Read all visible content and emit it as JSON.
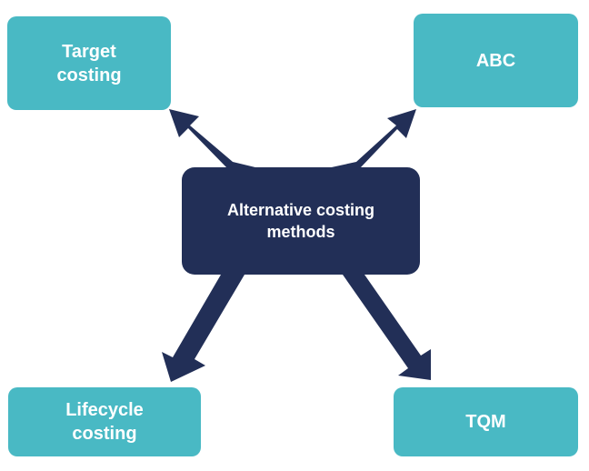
{
  "diagram": {
    "center": {
      "label_line1": "Alternative costing",
      "label_line2": "methods"
    },
    "nodes": [
      {
        "id": "target-costing",
        "label_line1": "Target",
        "label_line2": "costing"
      },
      {
        "id": "abc",
        "label_line1": "ABC",
        "label_line2": ""
      },
      {
        "id": "lifecycle-costing",
        "label_line1": "Lifecycle",
        "label_line2": "costing"
      },
      {
        "id": "tqm",
        "label_line1": "TQM",
        "label_line2": ""
      }
    ],
    "edges": [
      {
        "from": "center",
        "to": "target-costing"
      },
      {
        "from": "center",
        "to": "abc"
      },
      {
        "from": "center",
        "to": "lifecycle-costing"
      },
      {
        "from": "center",
        "to": "tqm"
      }
    ],
    "colors": {
      "leaf": "#49b9c4",
      "center": "#222f57",
      "arrow": "#222f57",
      "text": "#ffffff"
    }
  }
}
